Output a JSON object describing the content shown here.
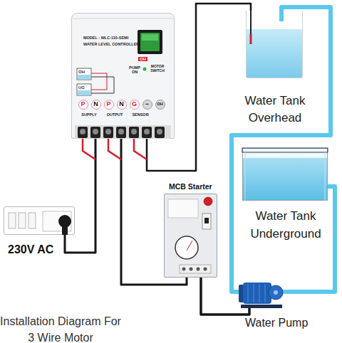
{
  "diagram": {
    "caption": "Installation Diagram For 3 Wire Motor",
    "nodes": [
      {
        "text": [
          "MODEL : WLC-110-SEMI",
          "WATER LEVEL CONTROLLER"
        ]
      },
      {
        "text": [
          "P"
        ],
        "in": 0
      },
      {
        "text": [
          "N"
        ],
        "in": 0
      },
      {
        "text": [
          "P"
        ],
        "in": 0
      },
      {
        "text": [
          "N"
        ],
        "in": 0
      },
      {
        "text": [
          "G"
        ],
        "in": 0
      },
      {
        "text": [
          "−"
        ],
        "in": 0
      },
      {
        "text": [
          "OH"
        ],
        "in": 0
      },
      {
        "text": [
          "Water Tank Overhead"
        ]
      },
      {
        "text": [
          "Water Tank Underground"
        ]
      },
      {
        "text": [
          "MCB Starter"
        ]
      },
      {
        "text": [
          "230V AC"
        ]
      },
      {
        "text": [
          "Water Pump"
        ]
      }
    ],
    "edges": [
      {
        "from": 11,
        "to": 0,
        "arrow": "none"
      },
      {
        "from": 0,
        "to": 10,
        "arrow": "none"
      },
      {
        "from": 0,
        "to": 8,
        "arrow": "none"
      },
      {
        "from": 10,
        "to": 12,
        "arrow": "none"
      },
      {
        "from": 9,
        "to": 12,
        "arrow": "none"
      },
      {
        "from": 12,
        "to": 8,
        "arrow": "none"
      }
    ],
    "labels": [
      "OH",
      "UG",
      "OH",
      "PUMP ON",
      "MOTOR SWITCH",
      "SUPPLY",
      "OUTPUT",
      "SENSOR"
    ]
  }
}
